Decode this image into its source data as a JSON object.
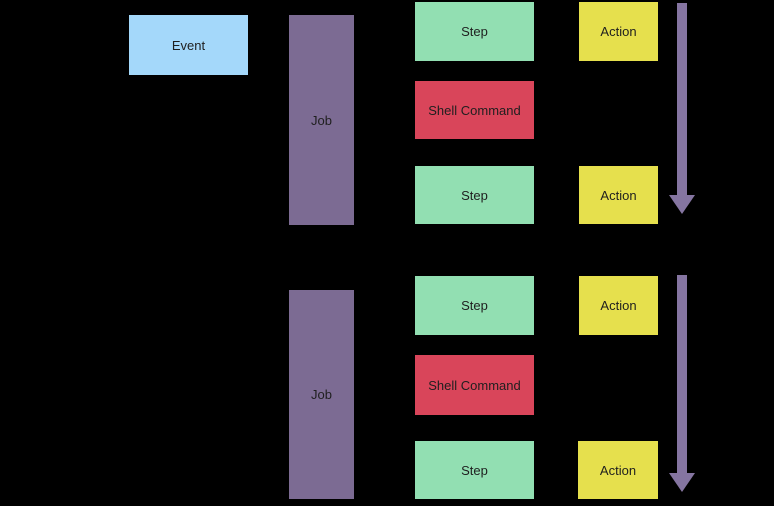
{
  "diagram": {
    "title": "workflow-concepts-diagram",
    "background": "#000000",
    "colors": {
      "event": "#A4D8FA",
      "job": "#7C6B93",
      "step": "#92DFB2",
      "shell_command": "#D9455A",
      "action": "#E6E04D",
      "arrow": "#8575A1",
      "text": "#1F1F1F"
    },
    "event": {
      "label": "Event"
    },
    "groups": [
      {
        "job_label": "Job",
        "rows": [
          {
            "kind": "step",
            "label": "Step",
            "action_label": "Action"
          },
          {
            "kind": "shell-command",
            "label": "Shell Command"
          },
          {
            "kind": "step",
            "label": "Step",
            "action_label": "Action"
          }
        ]
      },
      {
        "job_label": "Job",
        "rows": [
          {
            "kind": "step",
            "label": "Step",
            "action_label": "Action"
          },
          {
            "kind": "shell-command",
            "label": "Shell Command"
          },
          {
            "kind": "step",
            "label": "Step",
            "action_label": "Action"
          }
        ]
      }
    ]
  }
}
